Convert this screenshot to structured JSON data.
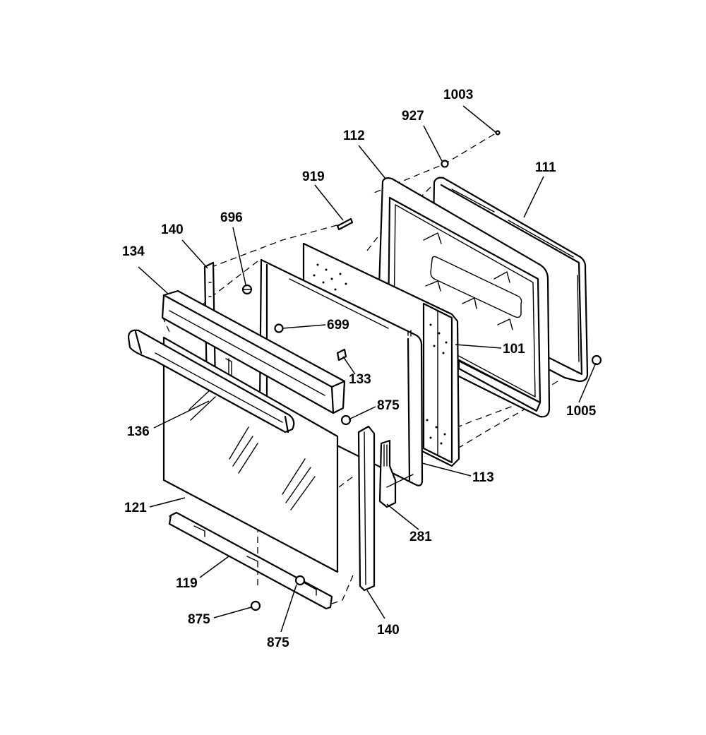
{
  "labels": {
    "l1003": "1003",
    "l927": "927",
    "l112": "112",
    "l111": "111",
    "l919": "919",
    "l696": "696",
    "l140a": "140",
    "l134": "134",
    "l699": "699",
    "l101": "101",
    "l133": "133",
    "l875a": "875",
    "l1005": "1005",
    "l136": "136",
    "l113": "113",
    "l121": "121",
    "l281": "281",
    "l119": "119",
    "l875b": "875",
    "l875c": "875",
    "l140b": "140"
  }
}
